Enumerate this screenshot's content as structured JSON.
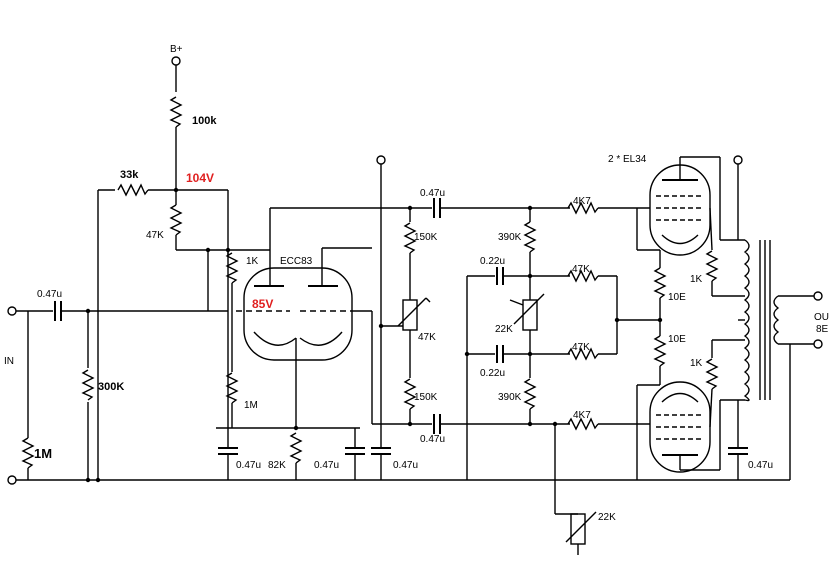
{
  "colors": {
    "line": "#000000",
    "voltage": "#e02020",
    "background": "#ffffff"
  },
  "labels": {
    "bplus": "B+",
    "r_100k": "100k",
    "r_33k": "33k",
    "v_104": "104V",
    "r_47k_top": "47K",
    "c_in": "0.47u",
    "in": "IN",
    "r_300k": "300K",
    "r_1m_in": "1M",
    "r_1k": "1K",
    "tube_ecc83": "ECC83",
    "v_85": "85V",
    "r_1m_grid": "1M",
    "c_047_a": "0.47u",
    "r_82k": "82K",
    "c_047_b": "0.47u",
    "c_047_c": "0.47u",
    "c_047_top": "0.47u",
    "r_150k_top": "150K",
    "pot_47k": "47K",
    "r_150k_bot": "150K",
    "c_047_bot": "0.47u",
    "r_390k_top": "390K",
    "c_022_top": "0.22u",
    "r_47k_mid_top": "47K",
    "pot_22k": "22K",
    "c_022_bot": "0.22u",
    "r_47k_mid_bot": "47K",
    "r_390k_bot": "390K",
    "r_4k7_top": "4K7",
    "r_4k7_bot": "4K7",
    "pot_22k_bot": "22K",
    "tube_el34": "2 * EL34",
    "r_10e_top": "10E",
    "r_10e_bot": "10E",
    "r_1k_top": "1K",
    "r_1k_bot": "1K",
    "c_out": "0.47u",
    "out": "OUT",
    "out_8e": "8E"
  }
}
